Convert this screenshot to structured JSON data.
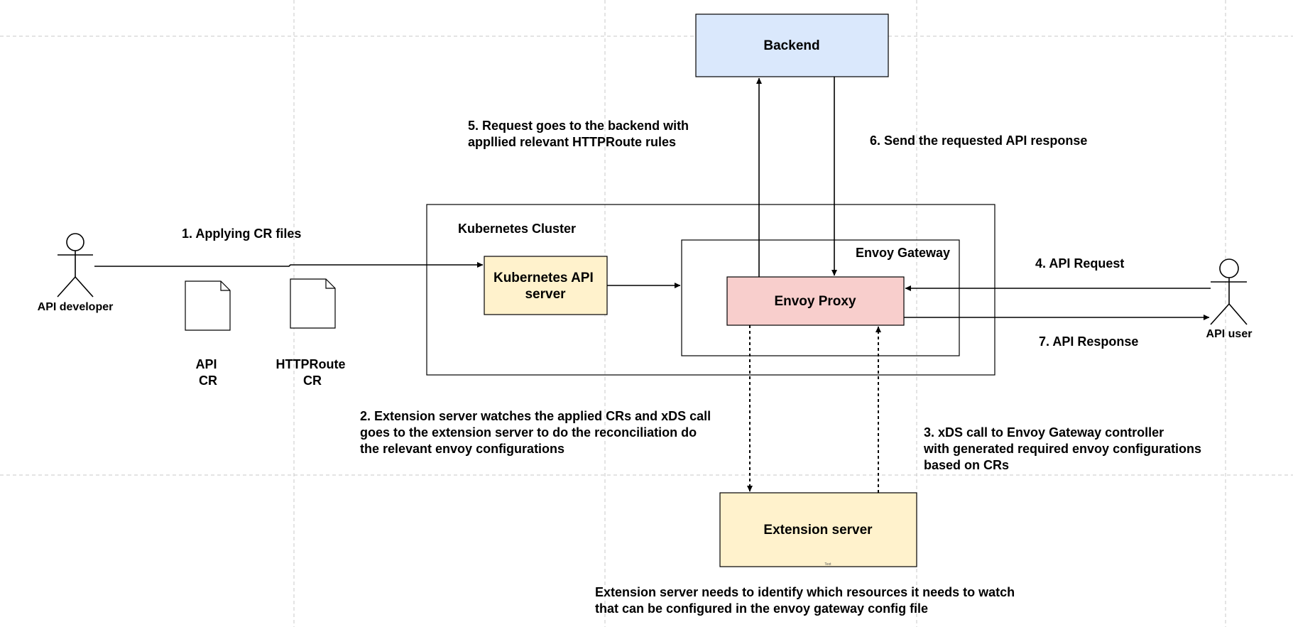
{
  "colors": {
    "backend_fill": "#dae8fc",
    "api_server_fill": "#fff2cc",
    "envoy_proxy_fill": "#f8cecc",
    "extension_fill": "#fff2cc",
    "line": "#000000",
    "guide": "#c8c8c8"
  },
  "actors": {
    "developer": "API developer",
    "user": "API user"
  },
  "documents": {
    "api_cr": [
      "API",
      "CR"
    ],
    "httproute_cr": [
      "HTTPRoute",
      "CR"
    ]
  },
  "containers": {
    "cluster": "Kubernetes Cluster",
    "gateway": "Envoy Gateway"
  },
  "nodes": {
    "backend": "Backend",
    "api_server": [
      "Kubernetes API",
      "server"
    ],
    "envoy_proxy": "Envoy Proxy",
    "extension_server": "Extension server",
    "extension_tiny": "Text"
  },
  "steps": {
    "s1": "1. Applying CR files",
    "s2": [
      "2. Extension server watches the applied CRs and xDS call",
      "goes to the extension server to do the reconciliation do",
      "the relevant envoy configurations"
    ],
    "s3": [
      "3. xDS call to Envoy Gateway controller",
      "with generated required envoy configurations",
      "based on CRs"
    ],
    "s4": "4. API Request",
    "s5": [
      "5. Request goes to the backend with",
      "appllied relevant HTTPRoute rules"
    ],
    "s6": "6. Send the requested API response",
    "s7": "7. API Response"
  },
  "note": [
    "Extension server needs to identify which resources it needs to watch",
    "that can be configured in the envoy gateway config file"
  ]
}
